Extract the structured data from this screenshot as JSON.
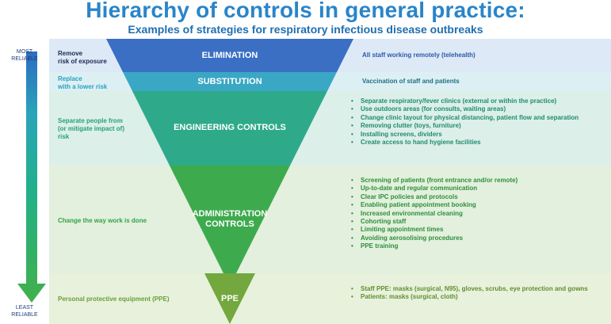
{
  "title": "Hierarchy of controls in general practice:",
  "subtitle": "Examples of strategies for respiratory infectious disease outbreaks",
  "reliability": {
    "most": "MOST\nRELIABLE",
    "least": "LEAST\nRELIABLE"
  },
  "levels": [
    {
      "name": "ELIMINATION",
      "label": "Remove\nrisk of exposure",
      "items": [
        "All staff working remotely (telehealth)"
      ]
    },
    {
      "name": "SUBSTITUTION",
      "label": "Replace\nwith a lower risk",
      "items": [
        "Vaccination of staff and patients"
      ]
    },
    {
      "name": "ENGINEERING CONTROLS",
      "label": "Separate people from\n(or mitigate impact of)\nrisk",
      "items": [
        "Separate respiratory/fever clinics (external or within the practice)",
        "Use outdoors areas (for consults, waiting areas)",
        "Change clinic layout for physical distancing, patient flow and separation",
        "Removing clutter (toys, furniture)",
        "Installing screens, dividers",
        "Create access to hand hygiene facilities"
      ]
    },
    {
      "name": "ADMINISTRATION\nCONTROLS",
      "label": "Change the way work is done",
      "items": [
        "Screening of patients (front entrance and/or remote)",
        "Up-to-date and regular communication",
        "Clear IPC policies and protocols",
        "Enabling patient appointment booking",
        "Increased environmental cleaning",
        "Cohorting staff",
        "Limiting appointment times",
        "Avoiding aerosolising procedures",
        "PPE training"
      ]
    },
    {
      "name": "PPE",
      "label": "Personal protective equipment (PPE)",
      "items": [
        "Staff PPE: masks (surgical, N95), gloves, scrubs, eye protection and gowns",
        "Patients: masks (surgical, cloth)"
      ]
    }
  ],
  "colors": {
    "title": "#2a85c9",
    "elimination": "#3a6fc4",
    "substitution": "#3aa7c4",
    "engineering": "#2eaa8a",
    "administration": "#3daa4e",
    "ppe": "#72a83e"
  }
}
